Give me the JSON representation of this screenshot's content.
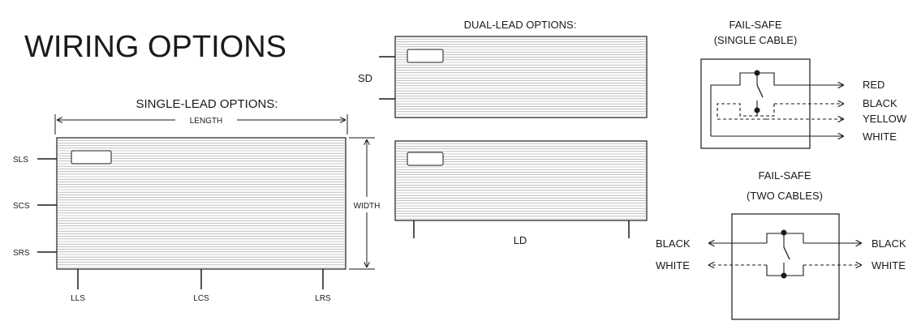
{
  "title": "WIRING OPTIONS",
  "single_lead": {
    "heading": "SINGLE-LEAD OPTIONS:",
    "length_label": "LENGTH",
    "width_label": "WIDTH",
    "side_leads": [
      "SLS",
      "SCS",
      "SRS"
    ],
    "bottom_leads": [
      "LLS",
      "LCS",
      "LRS"
    ]
  },
  "dual_lead": {
    "heading": "DUAL-LEAD OPTIONS:",
    "sd_label": "SD",
    "ld_label": "LD"
  },
  "fail_safe_single": {
    "title_line1": "FAIL-SAFE",
    "title_line2": "(SINGLE CABLE)",
    "wires": [
      "RED",
      "BLACK",
      "YELLOW",
      "WHITE"
    ]
  },
  "fail_safe_two": {
    "title_line1": "FAIL-SAFE",
    "title_line2": "(TWO CABLES)",
    "left_wires": [
      "BLACK",
      "WHITE"
    ],
    "right_wires": [
      "BLACK",
      "WHITE"
    ]
  }
}
